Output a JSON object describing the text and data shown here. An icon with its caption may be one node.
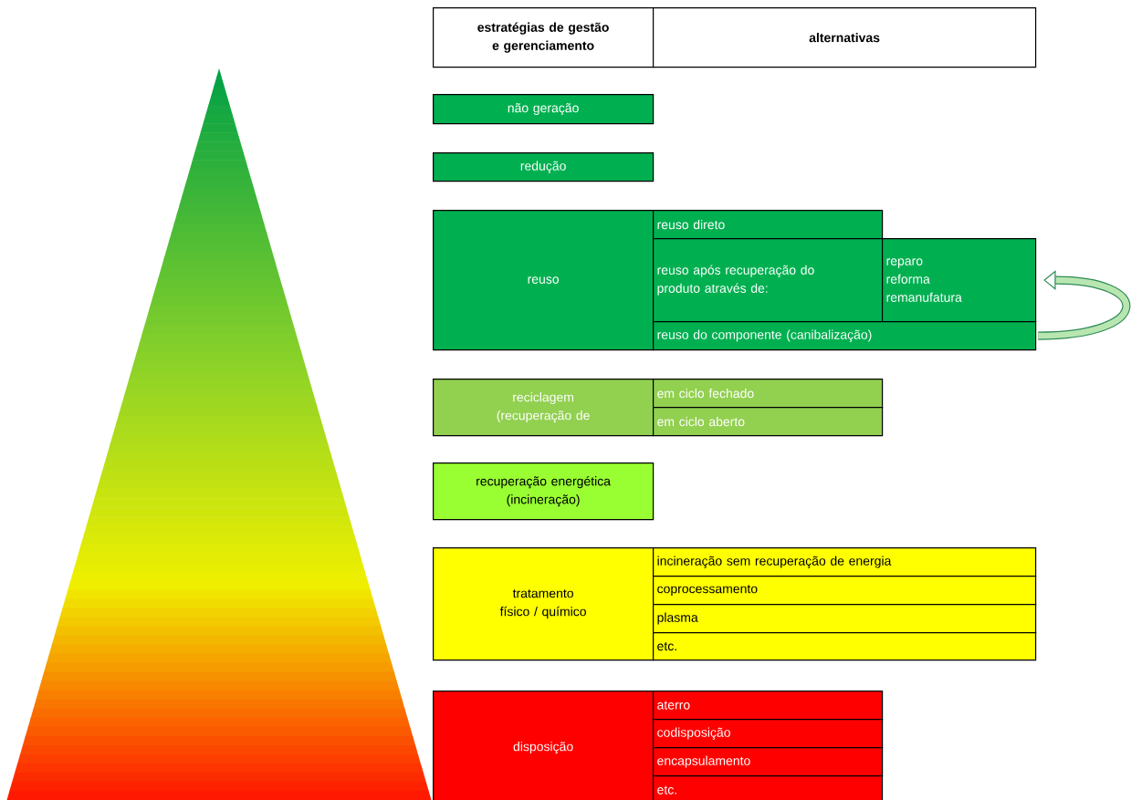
{
  "diagram": {
    "nodes": [
      {
        "text": [
          "estratégias de gestão e gerenciamento"
        ]
      },
      {
        "text": [
          "alternativas"
        ]
      },
      {
        "text": [
          "não geração"
        ]
      },
      {
        "text": [
          "redução"
        ]
      },
      {
        "text": [
          "reuso"
        ]
      },
      {
        "text": [
          "reuso direto"
        ]
      },
      {
        "text": [
          "reuso após recuperação do produto através de:"
        ]
      },
      {
        "text": [
          "reparo",
          "reforma",
          "remanufatura"
        ]
      },
      {
        "text": [
          "reuso do componente (canibalização)"
        ]
      },
      {
        "text": [
          "reciclagem (recuperação de"
        ]
      },
      {
        "text": [
          "em ciclo fechado"
        ]
      },
      {
        "text": [
          "em ciclo aberto"
        ]
      },
      {
        "text": [
          "recuperação energética (incineração)"
        ]
      },
      {
        "text": [
          "tratamento físico / químico"
        ]
      },
      {
        "text": [
          "incineração sem recuperação de energia"
        ]
      },
      {
        "text": [
          "coprocessamento"
        ]
      },
      {
        "text": [
          "plasma"
        ]
      },
      {
        "text": [
          "etc."
        ]
      },
      {
        "text": [
          "disposição"
        ]
      },
      {
        "text": [
          "aterro"
        ]
      },
      {
        "text": [
          "codisposição"
        ]
      },
      {
        "text": [
          "encapsulamento"
        ]
      },
      {
        "text": [
          "etc."
        ]
      }
    ],
    "edges": [
      {
        "from": 8,
        "to": 7,
        "arrow": "to"
      }
    ]
  }
}
